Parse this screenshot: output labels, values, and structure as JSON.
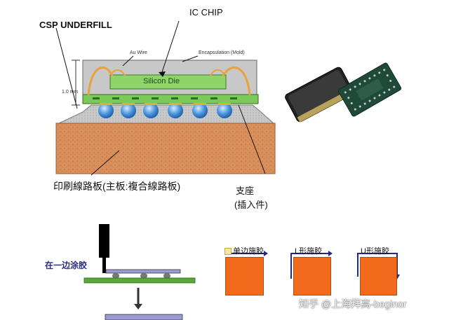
{
  "cross_section": {
    "title_underfill": "CSP UNDERFILL",
    "title_ic_chip": "IC CHIP",
    "au_wire": "Au Wire",
    "encapsulation": "Encapsulation (Mold)",
    "silicon_die": "Silicon Die",
    "thickness": "1.0 mm",
    "pcb_label": "印刷線路板(主板:複合線路板)",
    "holder_label": "支座",
    "holder_sub": "(插入件)"
  },
  "process": {
    "dispense_label": "在一边涂胶",
    "single_side": "单边施胶",
    "l_shape": "L形施胶",
    "u_shape": "U形施胶"
  },
  "watermark": "知乎 @上海拜高-beginor",
  "colors": {
    "pcb": "#d88a55",
    "die": "#8fd46a",
    "ball": "#4f9be0",
    "fill_box": "#f26a1b",
    "arrow_blue": "#1f2b8c",
    "dispense_text": "#2a2a8a"
  }
}
